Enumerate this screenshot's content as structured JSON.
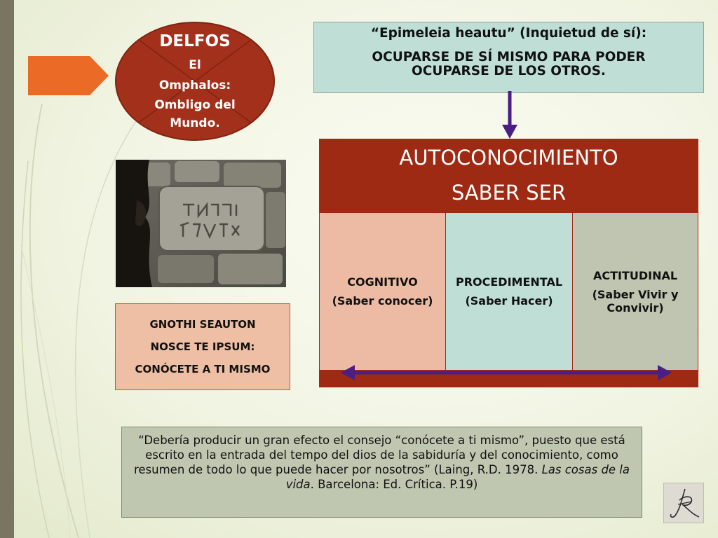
{
  "oval": {
    "title": "DELFOS",
    "line1": "El",
    "line2": "Omphalos:",
    "line3": "Ombligo del",
    "line4": "Mundo."
  },
  "gnothi": {
    "line1": "GNOTHI SEAUTON",
    "line2": "NOSCE TE IPSUM:",
    "line3": "CONÓCETE A TI MISMO"
  },
  "epimeleia": {
    "title": "“Epimeleia heautu” (Inquietud de sí):",
    "line1": "OCUPARSE DE SÍ MISMO PARA PODER",
    "line2": "OCUPARSE DE LOS OTROS."
  },
  "autoconocimiento": {
    "title": "AUTOCONOCIMIENTO",
    "subtitle": "SABER SER"
  },
  "columns": [
    {
      "heading": "COGNITIVO",
      "sub": "(Saber conocer)"
    },
    {
      "heading": "PROCEDIMENTAL",
      "sub": "(Saber Hacer)"
    },
    {
      "heading": "ACTITUDINAL",
      "sub": "(Saber Vivir y Convivir)"
    }
  ],
  "quote": {
    "main": "“Debería producir un gran efecto el consejo “conócete a ti mismo”, puesto que está escrito  en la entrada del tempo del dios de la sabiduría y del conocimiento, como resumen de todo lo que puede hacer por nosotros”  (Laing, R.D. 1978. ",
    "book": "Las cosas de la vida",
    "tail": ". Barcelona: Ed. Crítica. P.19)"
  },
  "colors": {
    "rust": "#9e2a14",
    "oval": "#a3301a",
    "peach": "#edbba4",
    "mint": "#bfdfd6",
    "sage": "#c0c5b1",
    "arrow": "#4b1e86"
  },
  "icons": {
    "tab": "orange-arrow-tab",
    "down": "down-arrow-icon",
    "double": "double-arrow-icon",
    "logo": "signature-logo"
  }
}
